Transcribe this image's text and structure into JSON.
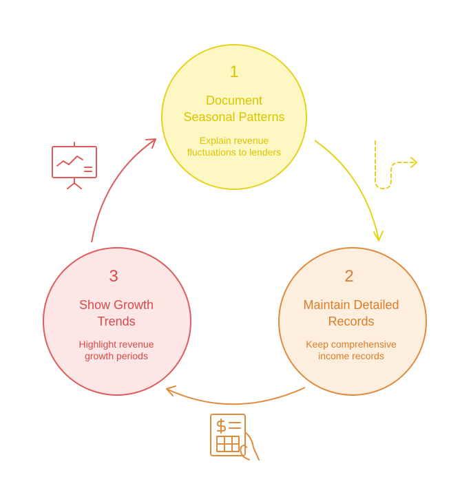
{
  "steps": [
    {
      "number": "1",
      "title_line1": "Document",
      "title_line2": "Seasonal Patterns",
      "desc_line1": "Explain revenue",
      "desc_line2": "fluctuations to lenders",
      "fill": "#fdf7c4",
      "stroke": "#e5d21c",
      "text_color": "#d9c400"
    },
    {
      "number": "2",
      "title_line1": "Maintain Detailed",
      "title_line2": "Records",
      "desc_line1": "Keep comprehensive",
      "desc_line2": "income records",
      "fill": "#fdeede",
      "stroke": "#e08a3c",
      "text_color": "#d97d2a"
    },
    {
      "number": "3",
      "title_line1": "Show Growth",
      "title_line2": "Trends",
      "desc_line1": "Highlight revenue",
      "desc_line2": "growth periods",
      "fill": "#fde6e6",
      "stroke": "#e05a5a",
      "text_color": "#d94848"
    }
  ],
  "icons": {
    "turn_right": "turn-right-arrow-icon",
    "ledger": "ledger-hand-icon",
    "presentation": "presentation-chart-icon"
  }
}
